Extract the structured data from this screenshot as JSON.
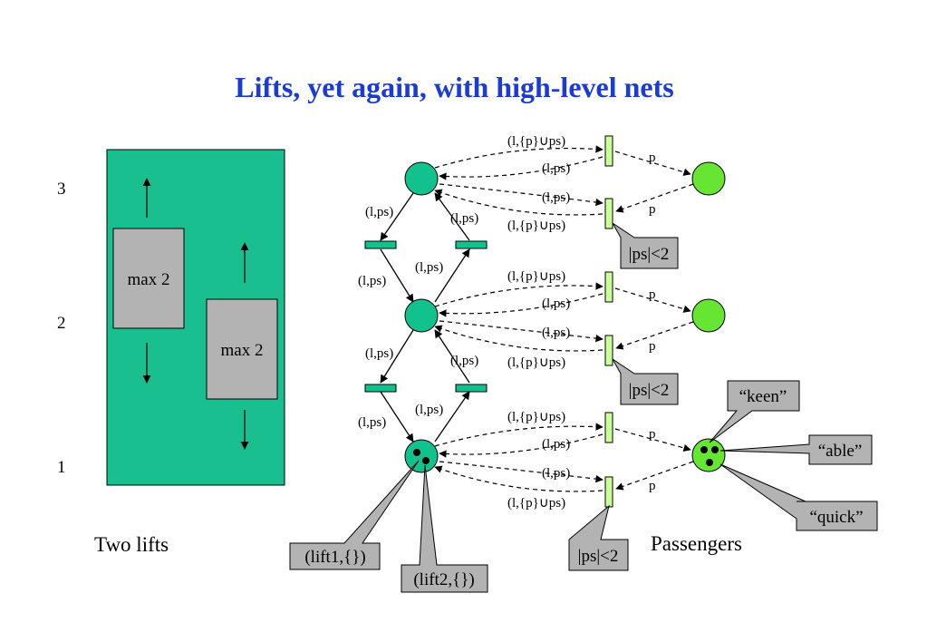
{
  "title": "Lifts, yet again, with high-level nets",
  "colors": {
    "title": "#1a3bd6",
    "shaft": "#1abf8f",
    "lift_box": "#b3b3b3",
    "place_lift": "#11c28f",
    "place_passenger": "#66e633",
    "transition_lift": "#11c28f",
    "transition_passenger": "#ccff99",
    "callout": "#b3b3b3"
  },
  "floors": [
    "3",
    "2",
    "1"
  ],
  "lifts": {
    "box1": "max 2",
    "box2": "max 2",
    "caption": "Two lifts"
  },
  "edges": {
    "lp": "(l,ps)",
    "lpu": "(l,{p}∪ps)",
    "p": "p"
  },
  "guards": [
    "|ps|<2",
    "|ps|<2",
    "|ps|<2"
  ],
  "tokens": {
    "lift1": "(lift1,{})",
    "lift2": "(lift2,{})"
  },
  "passengers": {
    "keen": "“keen”",
    "able": "“able”",
    "quick": "“quick”",
    "caption": "Passengers"
  }
}
